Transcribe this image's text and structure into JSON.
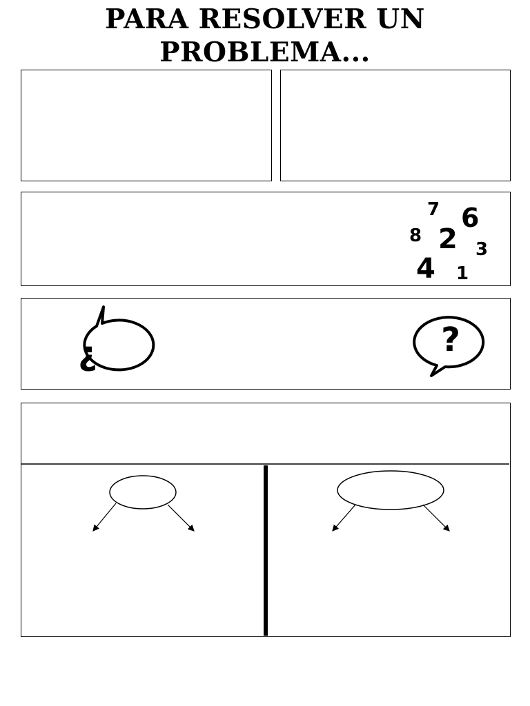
{
  "header": {
    "title_line1": "PARA RESOLVER UN",
    "title_line2": "PROBLEMA..."
  },
  "numbers_panel": {
    "digits": [
      "7",
      "6",
      "8",
      "2",
      "3",
      "4",
      "1"
    ]
  },
  "question_panel": {
    "left_icon": "inverted-question-speech-bubble-icon",
    "left_symbol": "¿",
    "right_icon": "question-speech-bubble-icon",
    "right_symbol": "?"
  },
  "bottom_panel": {
    "left_diagram": "ellipse-with-two-arrows",
    "right_diagram": "ellipse-with-two-arrows"
  },
  "colors": {
    "ink": "#000000",
    "paper": "#ffffff"
  }
}
